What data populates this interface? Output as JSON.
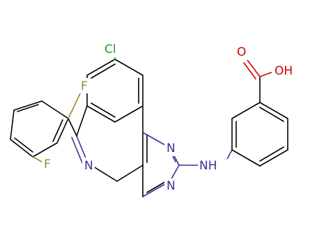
{
  "molecule": {
    "atoms": {
      "cl": "Cl",
      "f_top": "F",
      "f_bottom": "F",
      "n_azepine": "N",
      "n_pyrimidine_top": "N",
      "n_pyrimidine_bottom": "N",
      "nh": "NH",
      "o_carbonyl": "O",
      "oh": "OH"
    },
    "colors": {
      "carbon": "#000000",
      "nitrogen": "#333399",
      "chlorine": "#2a9a2a",
      "fluorine": "#9a8a2a",
      "oxygen": "#cc0000"
    }
  }
}
